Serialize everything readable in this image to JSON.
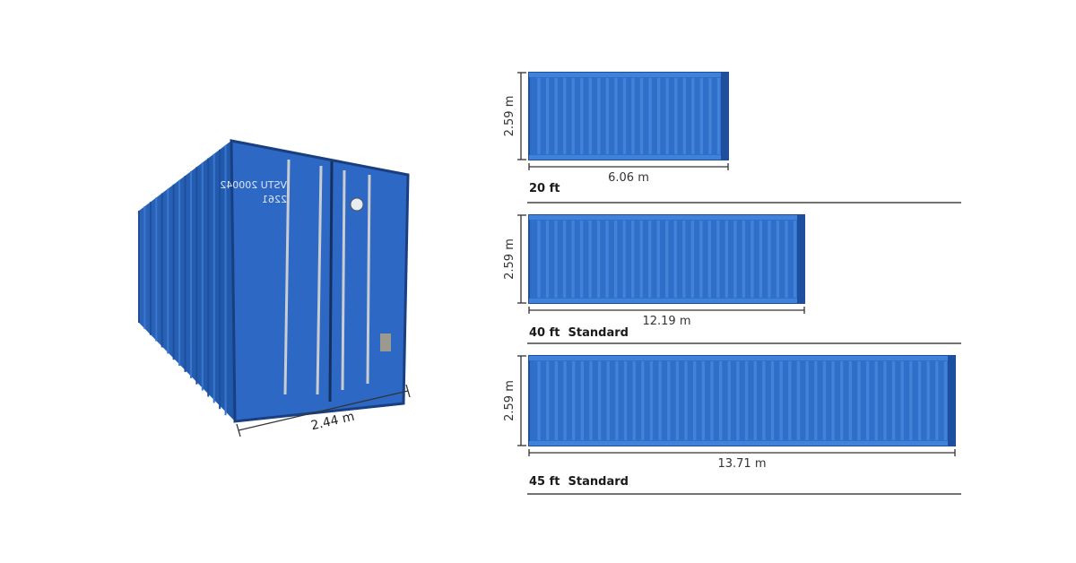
{
  "photo": {
    "width_label": "2.44 m",
    "door_markings": [
      "VSTU 200042",
      "2261"
    ]
  },
  "containers": [
    {
      "title": "20 ft",
      "height_label": "2.59 m",
      "length_label": "6.06 m"
    },
    {
      "title": "40 ft  Standard",
      "height_label": "2.59 m",
      "length_label": "12.19 m"
    },
    {
      "title": "45 ft  Standard",
      "height_label": "2.59 m",
      "length_label": "13.71 m"
    }
  ],
  "colors": {
    "container_blue": "#2f6fc9",
    "container_dark": "#1d4f9e",
    "dimension_line": "#333333"
  }
}
